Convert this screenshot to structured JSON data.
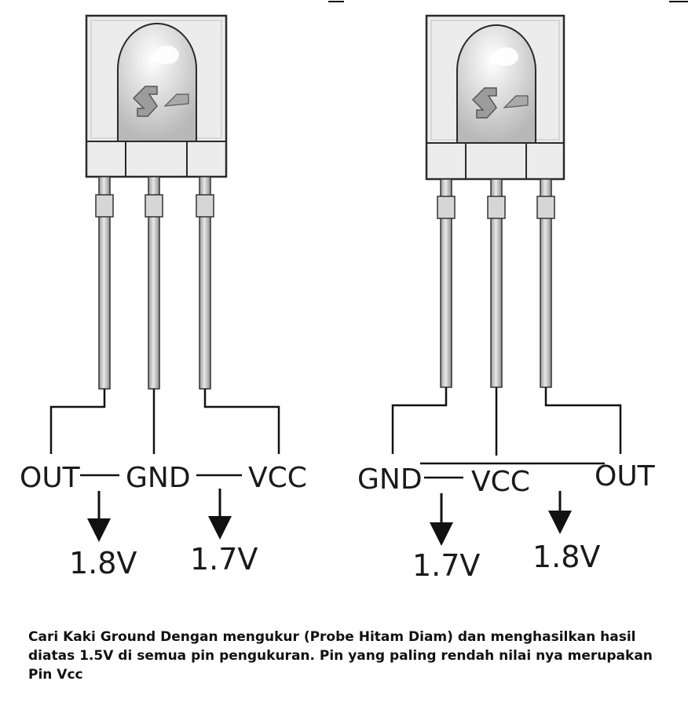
{
  "sensor_left": {
    "pins": [
      "OUT",
      "GND",
      "VCC"
    ],
    "readings": [
      "1.8V",
      "1.7V"
    ]
  },
  "sensor_right": {
    "pins": [
      "GND",
      "VCC",
      "OUT"
    ],
    "readings": [
      "1.7V",
      "1.8V"
    ]
  },
  "caption": "Cari Kaki Ground Dengan mengukur (Probe Hitam Diam) dan menghasilkan hasil diatas 1.5V di semua pin pengukuran. Pin yang paling rendah nilai nya merupakan Pin Vcc",
  "colors": {
    "body": "#ececec",
    "outline": "#2a2a2a",
    "lens": "#dcdcdc",
    "lead": "#cfcfcf",
    "text": "#1a1a1a"
  }
}
